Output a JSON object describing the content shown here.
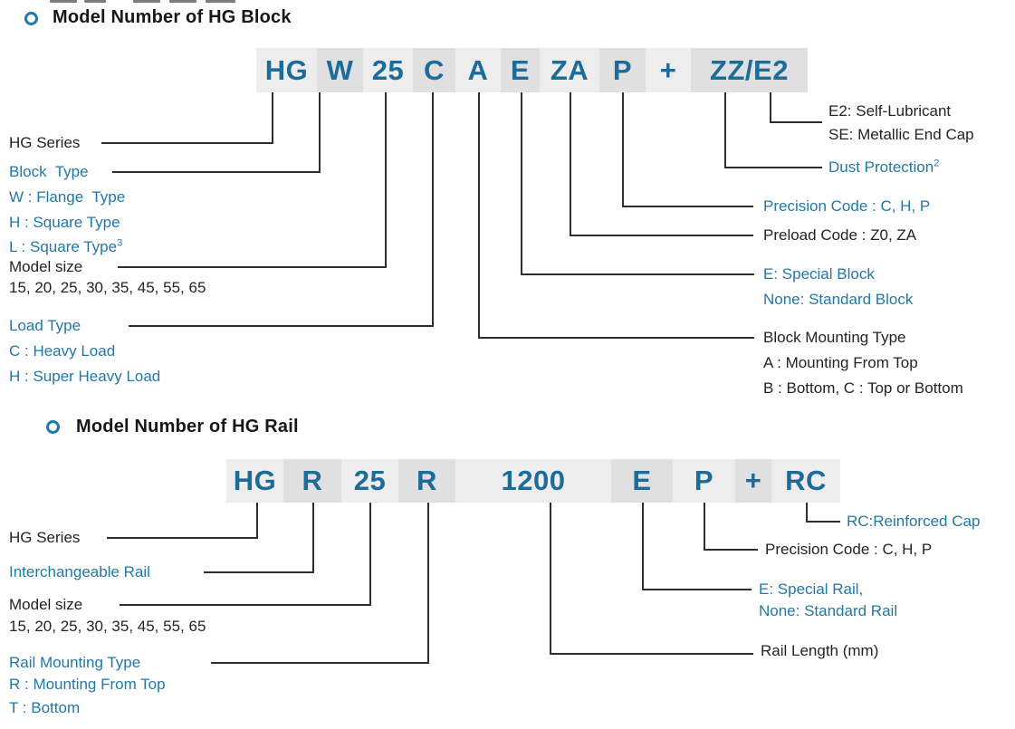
{
  "colors": {
    "accent_blue": "#2278a7",
    "code_text_blue": "#1c6b99",
    "cell_light": "#ededed",
    "cell_dark": "#e0e0e0",
    "line_color": "#2e2e2e",
    "heading_black": "#181818"
  },
  "block_section": {
    "title": "Model Number of HG Block",
    "cells": [
      {
        "text": "HG"
      },
      {
        "text": "W"
      },
      {
        "text": "25"
      },
      {
        "text": "C"
      },
      {
        "text": "A"
      },
      {
        "text": "E"
      },
      {
        "text": "ZA"
      },
      {
        "text": "P"
      },
      {
        "text": "+"
      },
      {
        "text": "ZZ/E2"
      }
    ],
    "left_labels": {
      "hg_series": "HG Series",
      "block_type": "Block  Type",
      "w_flange": "W : Flange  Type",
      "h_square": "H : Square Type",
      "l_square": {
        "text": "L : Square Type",
        "sup": "3"
      },
      "model_size": "Model size",
      "sizes": "15, 20, 25, 30, 35, 45, 55, 65",
      "load_type": "Load Type",
      "c_heavy": "C : Heavy Load",
      "h_super": "H : Super Heavy Load"
    },
    "right_labels": {
      "e2": "E2: Self-Lubricant",
      "se": "SE: Metallic End Cap",
      "dust": {
        "text": "Dust Protection",
        "sup": "2"
      },
      "precision": "Precision Code : C, H, P",
      "preload": "Preload Code : Z0, ZA",
      "e_special": "E: Special Block",
      "none_standard": "None: Standard Block",
      "mounting_title": "Block Mounting Type",
      "mounting_a": "A : Mounting From Top",
      "mounting_bc": "B : Bottom, C : Top or Bottom"
    }
  },
  "rail_section": {
    "title": "Model Number of HG Rail",
    "cells": [
      {
        "text": "HG"
      },
      {
        "text": "R"
      },
      {
        "text": "25"
      },
      {
        "text": "R"
      },
      {
        "text": "1200"
      },
      {
        "text": "E"
      },
      {
        "text": "P"
      },
      {
        "text": "+"
      },
      {
        "text": "RC"
      }
    ],
    "left_labels": {
      "hg_series": "HG Series",
      "interchangeable": "Interchangeable Rail",
      "model_size": "Model size",
      "sizes": "15, 20, 25, 30, 35, 45, 55, 65",
      "rail_mounting": "Rail Mounting Type",
      "r_top": "R : Mounting From Top",
      "t_bottom": "T : Bottom"
    },
    "right_labels": {
      "rc": "RC:Reinforced Cap",
      "precision": "Precision Code : C, H, P",
      "e_special": "E: Special Rail,",
      "none_standard": "None: Standard Rail",
      "rail_length": "Rail Length (mm)"
    }
  }
}
